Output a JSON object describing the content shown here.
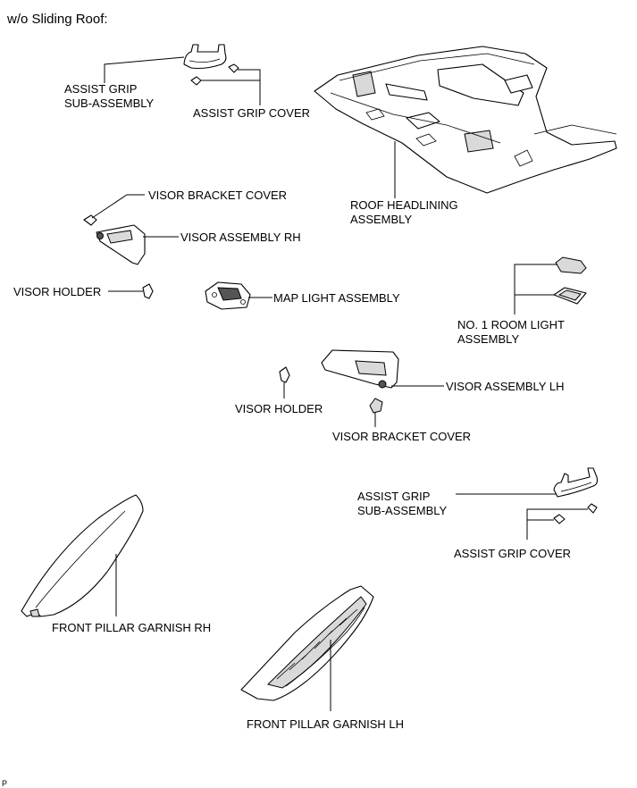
{
  "title": "w/o Sliding Roof:",
  "footer_code": "P",
  "labels": {
    "assist_grip_sub_assembly_rh": [
      "ASSIST GRIP",
      "SUB-ASSEMBLY"
    ],
    "assist_grip_cover_rh": "ASSIST GRIP COVER",
    "roof_headlining_assembly": [
      "ROOF HEADLINING",
      "ASSEMBLY"
    ],
    "visor_bracket_cover_rh": "VISOR BRACKET COVER",
    "visor_assembly_rh": "VISOR ASSEMBLY RH",
    "visor_holder_rh": "VISOR HOLDER",
    "map_light_assembly": "MAP LIGHT ASSEMBLY",
    "no1_room_light_assembly": [
      "NO. 1 ROOM LIGHT",
      "ASSEMBLY"
    ],
    "visor_assembly_lh": "VISOR ASSEMBLY LH",
    "visor_holder_lh": "VISOR HOLDER",
    "visor_bracket_cover_lh": "VISOR BRACKET COVER",
    "assist_grip_sub_assembly_lh": [
      "ASSIST GRIP",
      "SUB-ASSEMBLY"
    ],
    "assist_grip_cover_lh": "ASSIST GRIP COVER",
    "front_pillar_garnish_rh": "FRONT PILLAR GARNISH RH",
    "front_pillar_garnish_lh": "FRONT PILLAR GARNISH LH"
  }
}
